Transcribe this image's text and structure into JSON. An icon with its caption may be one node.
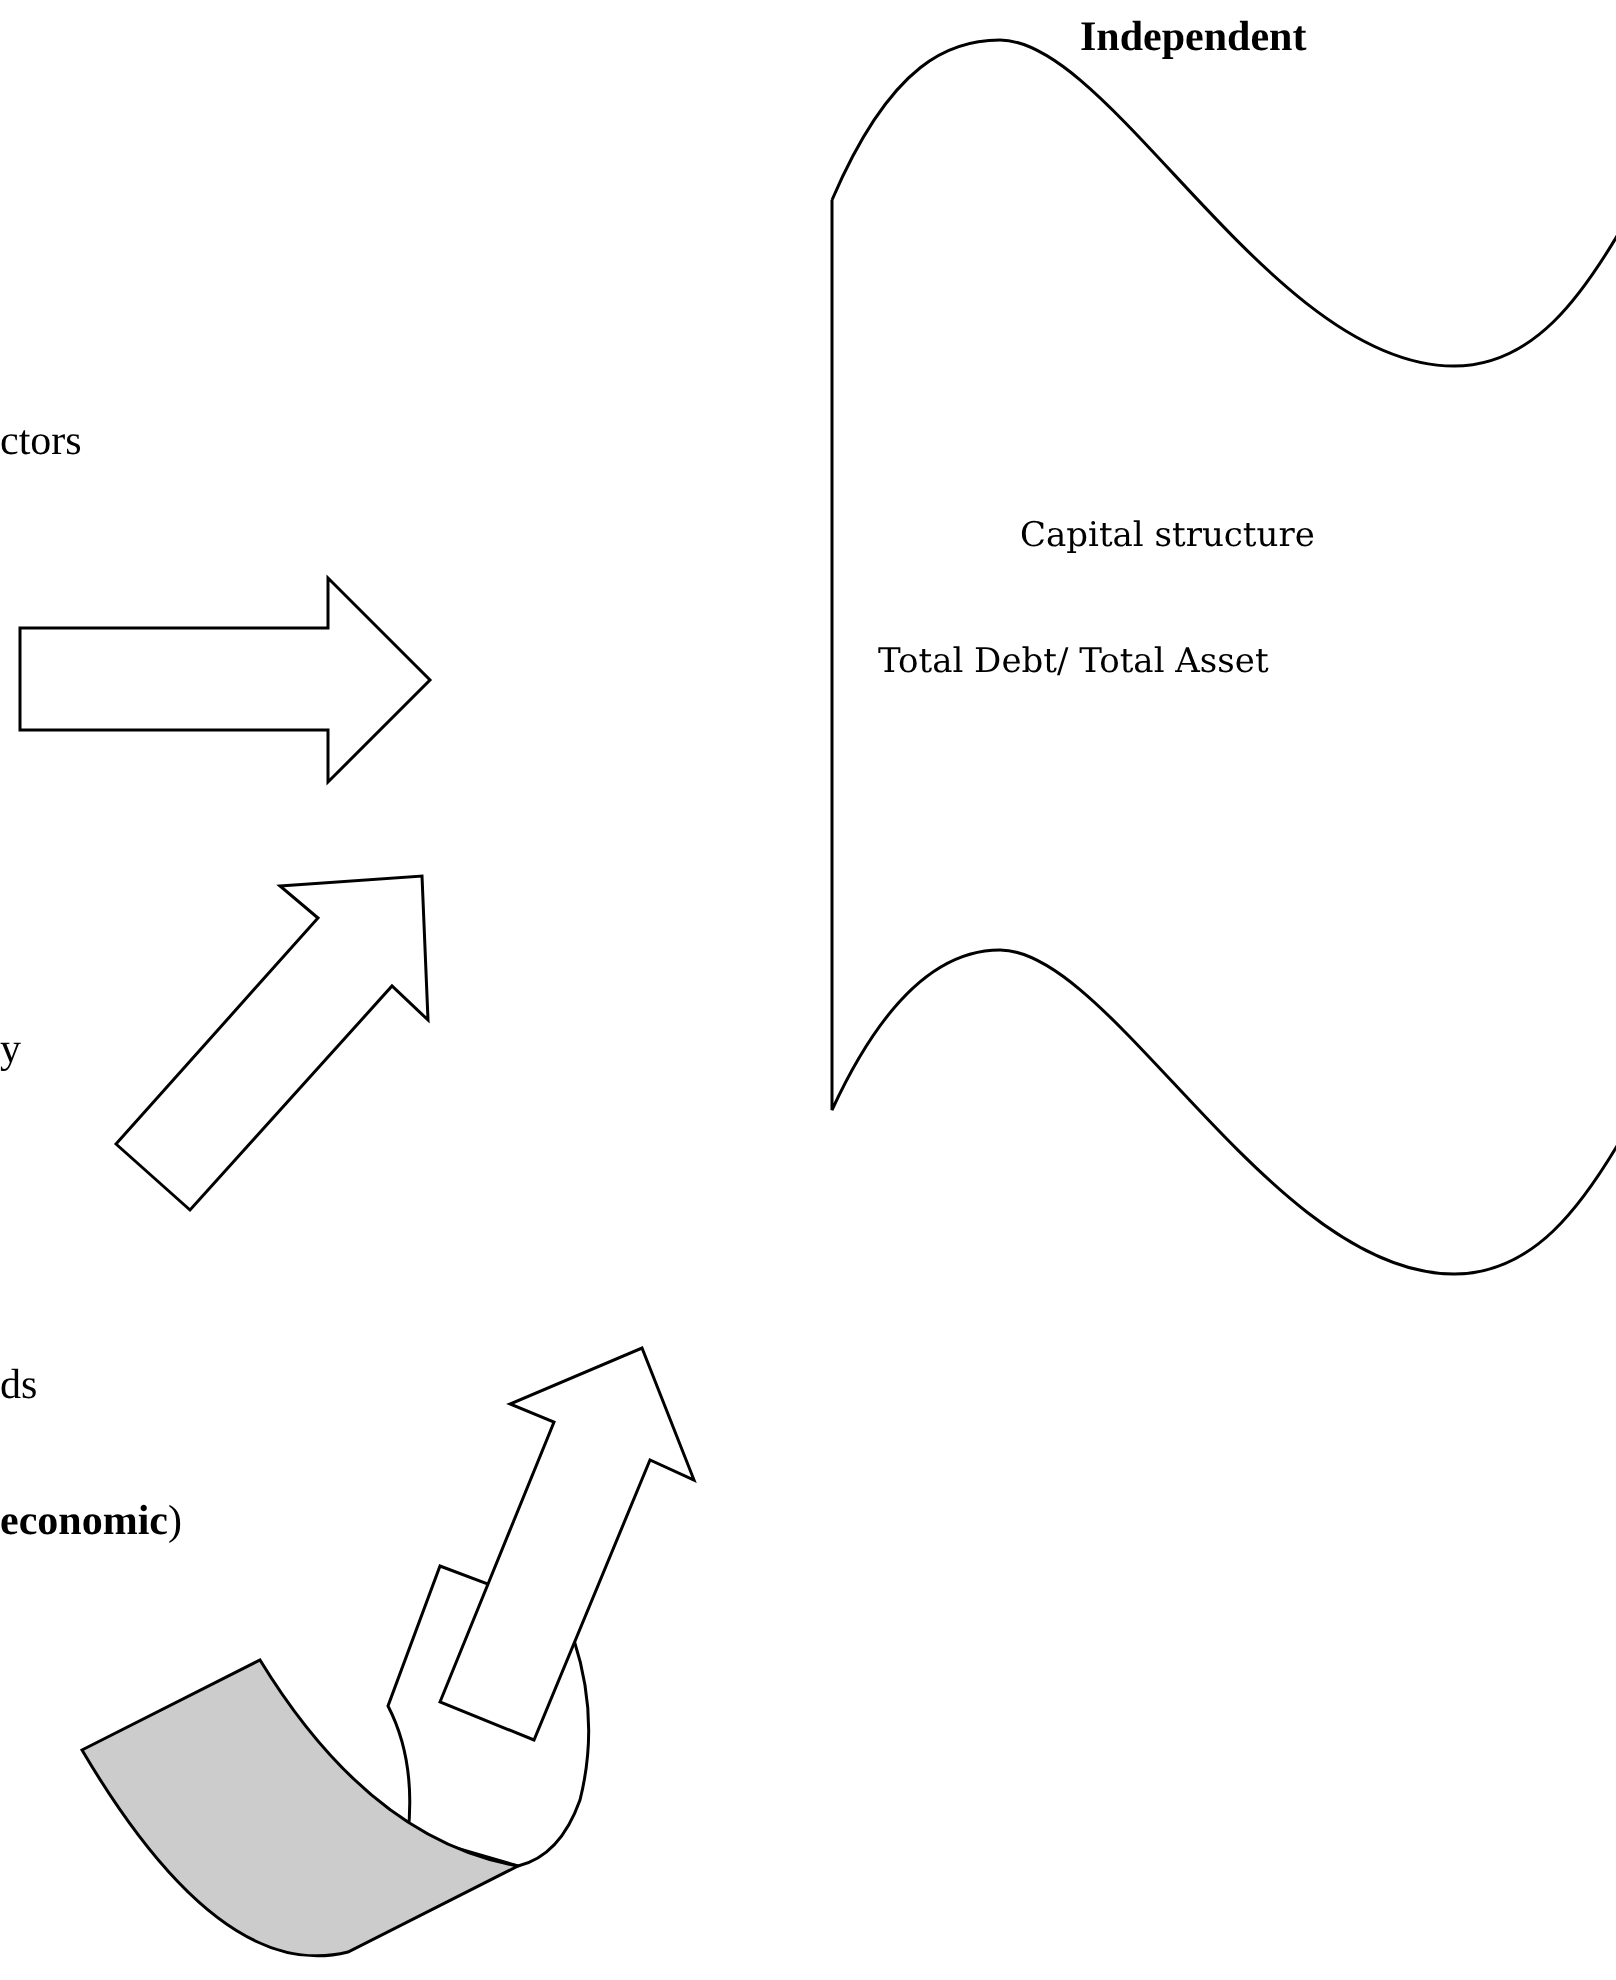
{
  "diagram": {
    "nodes": [
      {
        "text": [
          "Independent",
          "Capital structure",
          "Total Debt/ Total Asset"
        ]
      }
    ],
    "labels": [
      "ctors",
      "y",
      "ds",
      "**economic**)"
    ]
  }
}
